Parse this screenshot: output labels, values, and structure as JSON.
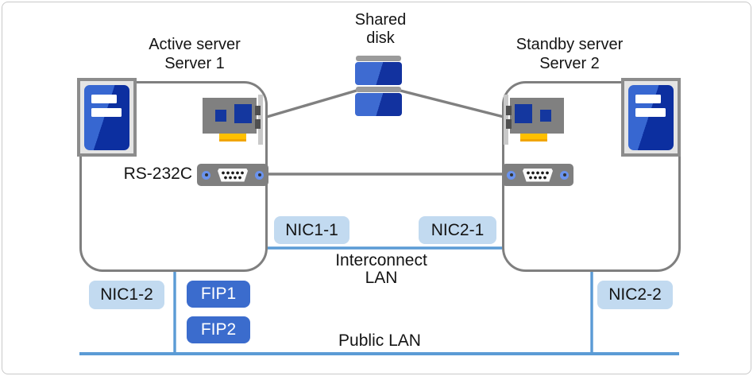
{
  "servers": {
    "active": {
      "role": "Active server",
      "name": "Server 1"
    },
    "standby": {
      "role": "Standby server",
      "name": "Server 2"
    }
  },
  "shared_disk": {
    "label": "Shared disk"
  },
  "labels": {
    "serial": "RS-232C",
    "interconnect": "Interconnect LAN",
    "public": "Public LAN"
  },
  "nics": {
    "nic1_1": "NIC1-1",
    "nic2_1": "NIC2-1",
    "nic1_2": "NIC1-2",
    "nic2_2": "NIC2-2"
  },
  "fips": {
    "fip1": "FIP1",
    "fip2": "FIP2"
  },
  "icons": {
    "server_tower": "server-tower-icon",
    "network_card": "network-card-icon",
    "serial_port": "serial-port-icon",
    "shared_disk": "shared-disk-icon"
  },
  "colors": {
    "lan_line_blue": "#5B9BD5",
    "link_line_gray": "#808080",
    "nic_label_bg": "#C2DAF0",
    "fip_label_bg": "#3B6CCD",
    "device_blue_light": "#3767D1",
    "device_blue_dark": "#0C2FA0",
    "card_connector_yellow": "#FFC000",
    "box_border_gray": "#7F7F7F"
  }
}
